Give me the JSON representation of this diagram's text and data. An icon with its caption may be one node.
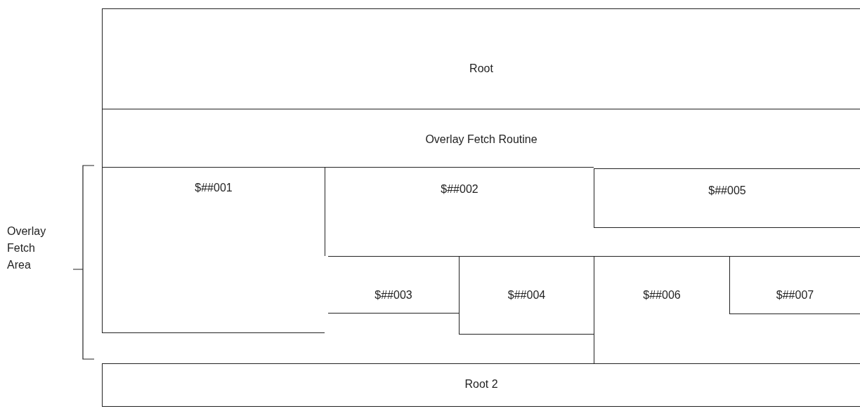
{
  "diagram": {
    "nodes": [
      {
        "text": [
          "Root"
        ]
      },
      {
        "text": [
          "Overlay Fetch Routine"
        ]
      },
      {
        "text": [
          "$##001"
        ]
      },
      {
        "text": [
          "$##002"
        ]
      },
      {
        "text": [
          "$##005"
        ]
      },
      {
        "text": [
          "$##003"
        ]
      },
      {
        "text": [
          "$##004"
        ]
      },
      {
        "text": [
          "$##006"
        ]
      },
      {
        "text": [
          "$##007"
        ]
      },
      {
        "text": [
          "Root 2"
        ]
      }
    ],
    "edges": [],
    "labels": [
      "Overlay Fetch Area"
    ]
  }
}
